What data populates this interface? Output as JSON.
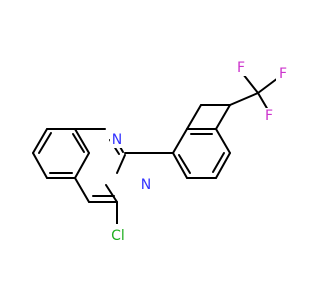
{
  "molecule": {
    "atoms": {
      "n1": {
        "symbol": "N",
        "color": "#3333ff"
      },
      "n3": {
        "symbol": "N",
        "color": "#3333ff"
      },
      "cl": {
        "symbol": "Cl",
        "color": "#1fae1f"
      },
      "f1": {
        "symbol": "F",
        "color": "#cc33cc"
      },
      "f2": {
        "symbol": "F",
        "color": "#cc33cc"
      },
      "f3": {
        "symbol": "F",
        "color": "#cc33cc"
      }
    },
    "bond_color": "#000000"
  }
}
